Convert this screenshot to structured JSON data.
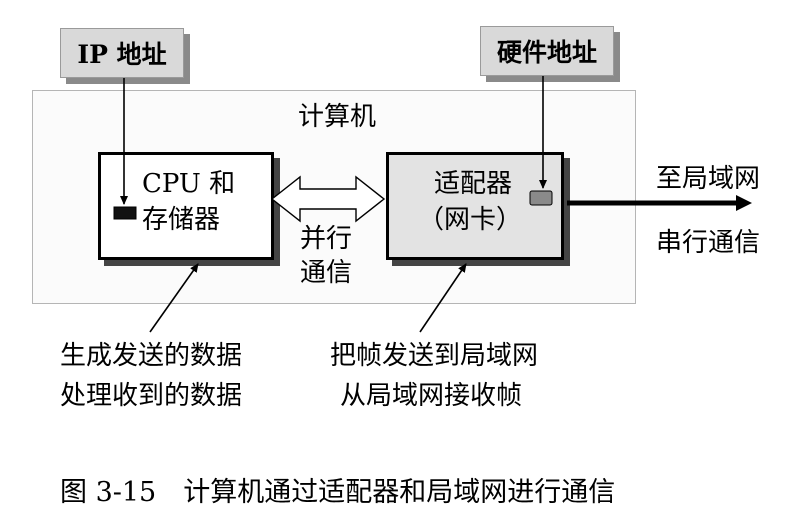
{
  "labels": {
    "ip_address": "IP 地址",
    "hardware_address": "硬件地址",
    "computer": "计算机",
    "cpu_line1": "CPU 和",
    "cpu_line2": "存储器",
    "adapter_line1": "适配器",
    "adapter_line2": "（网卡）",
    "parallel_line1": "并行",
    "parallel_line2": "通信",
    "lan_line1": "至局域网",
    "lan_line2": "串行通信",
    "cpu_note_line1": "生成发送的数据",
    "cpu_note_line2": "处理收到的数据",
    "adapter_note_line1": "把帧发送到局域网",
    "adapter_note_line2": "从局域网接收帧"
  },
  "caption": "图 3-15　计算机通过适配器和局域网进行通信",
  "colors": {
    "ip_tag_fill": "#d9d9d9",
    "adapter_fill": "#e3e3e3",
    "frame_border": "#b5b5b5"
  }
}
